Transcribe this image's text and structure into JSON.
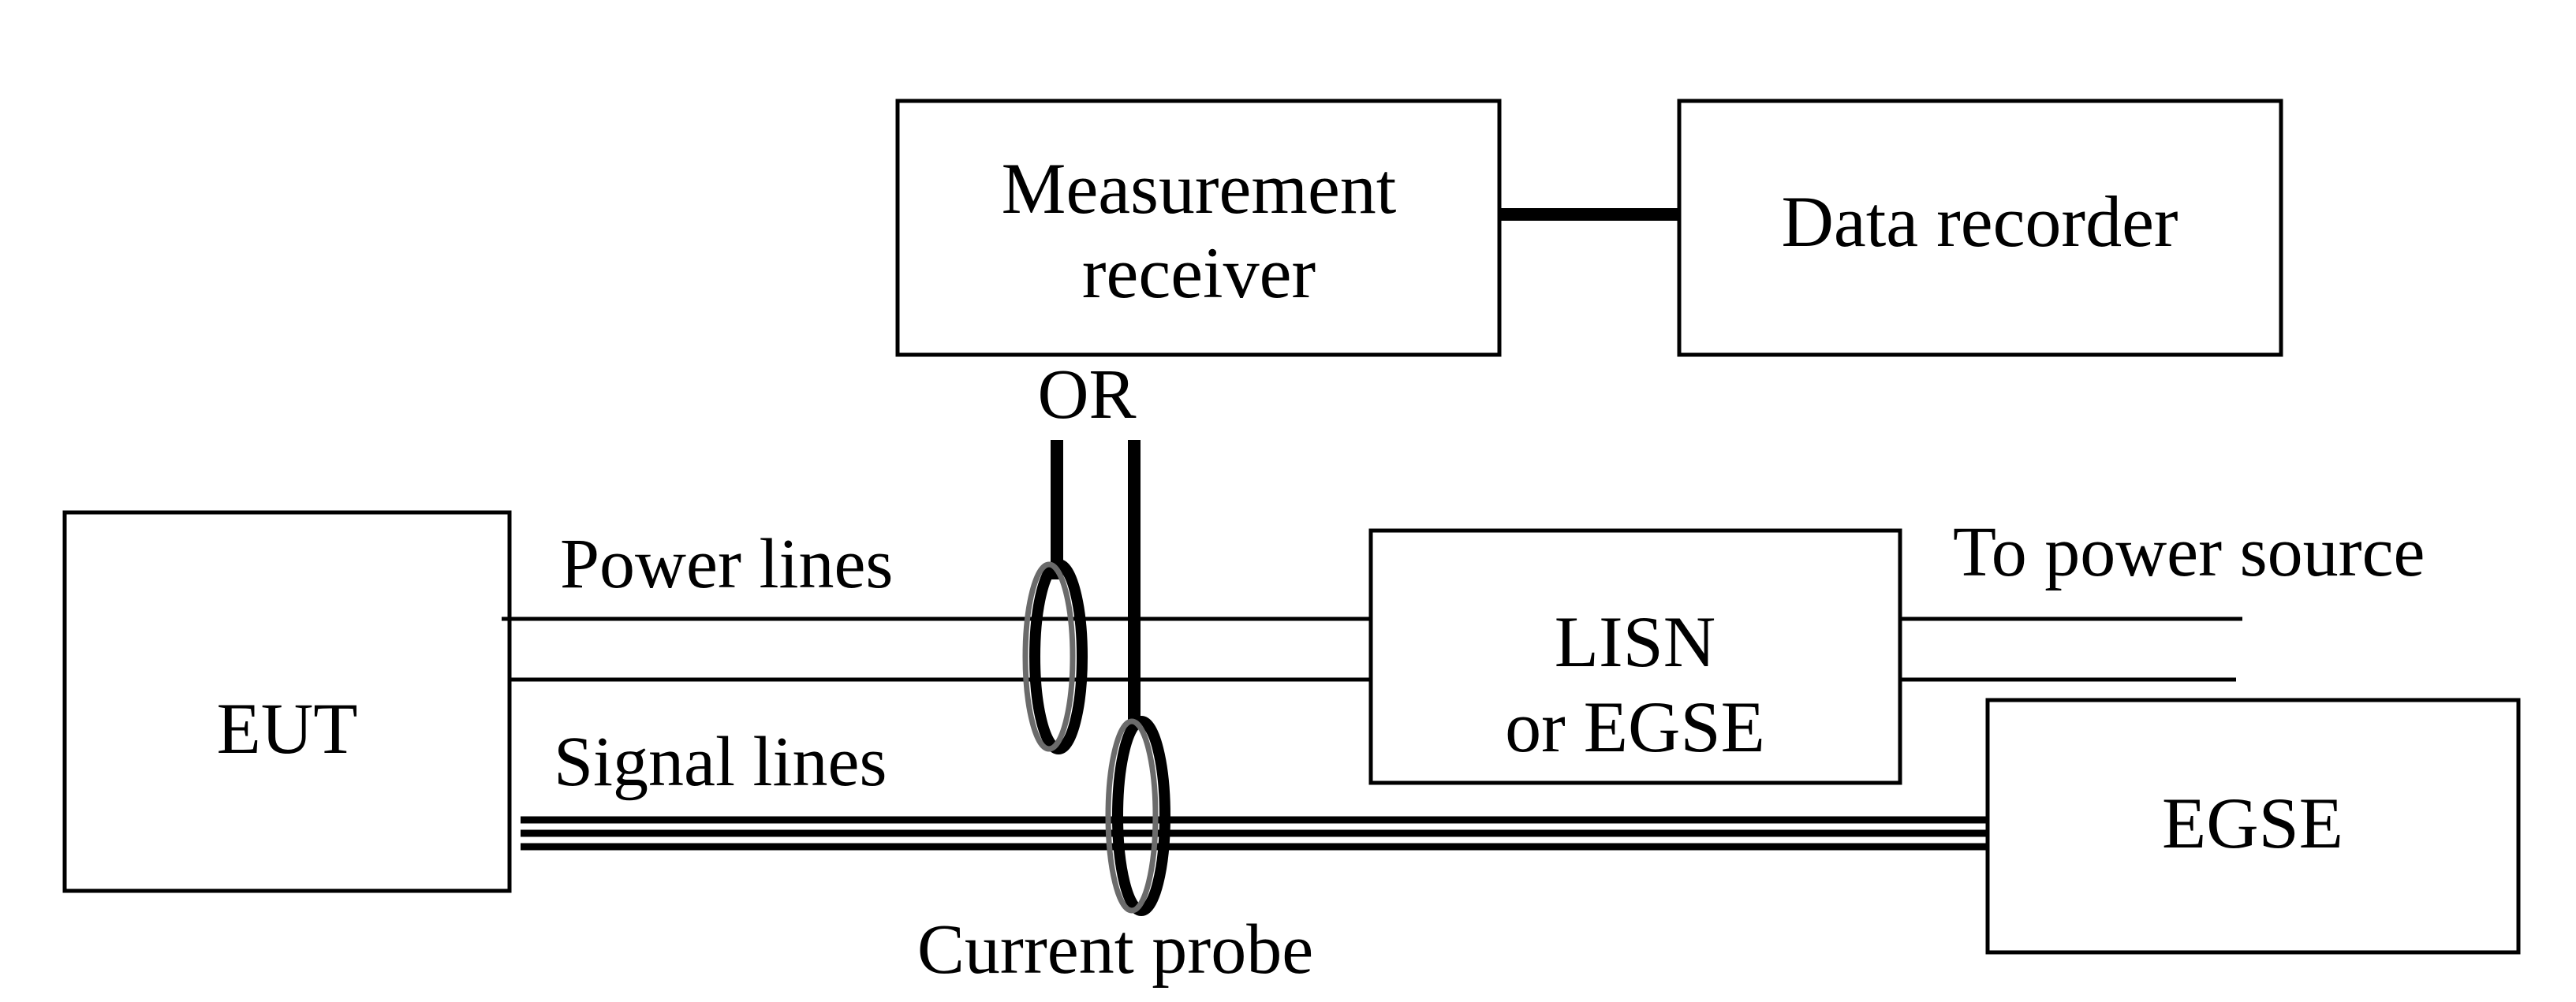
{
  "blocks": {
    "measurement_receiver": {
      "line1": "Measurement",
      "line2": "receiver"
    },
    "data_recorder": {
      "label": "Data recorder"
    },
    "eut": {
      "label": "EUT"
    },
    "lisn": {
      "line1": "LISN",
      "line2": "or EGSE"
    },
    "egse": {
      "label": "EGSE"
    }
  },
  "labels": {
    "or": "OR",
    "power_lines": "Power lines",
    "signal_lines": "Signal lines",
    "to_power_source": "To power source",
    "current_probe": "Current probe"
  },
  "colors": {
    "stroke": "#000000",
    "probe_rim": "#6b6b6b",
    "background": "#ffffff"
  }
}
